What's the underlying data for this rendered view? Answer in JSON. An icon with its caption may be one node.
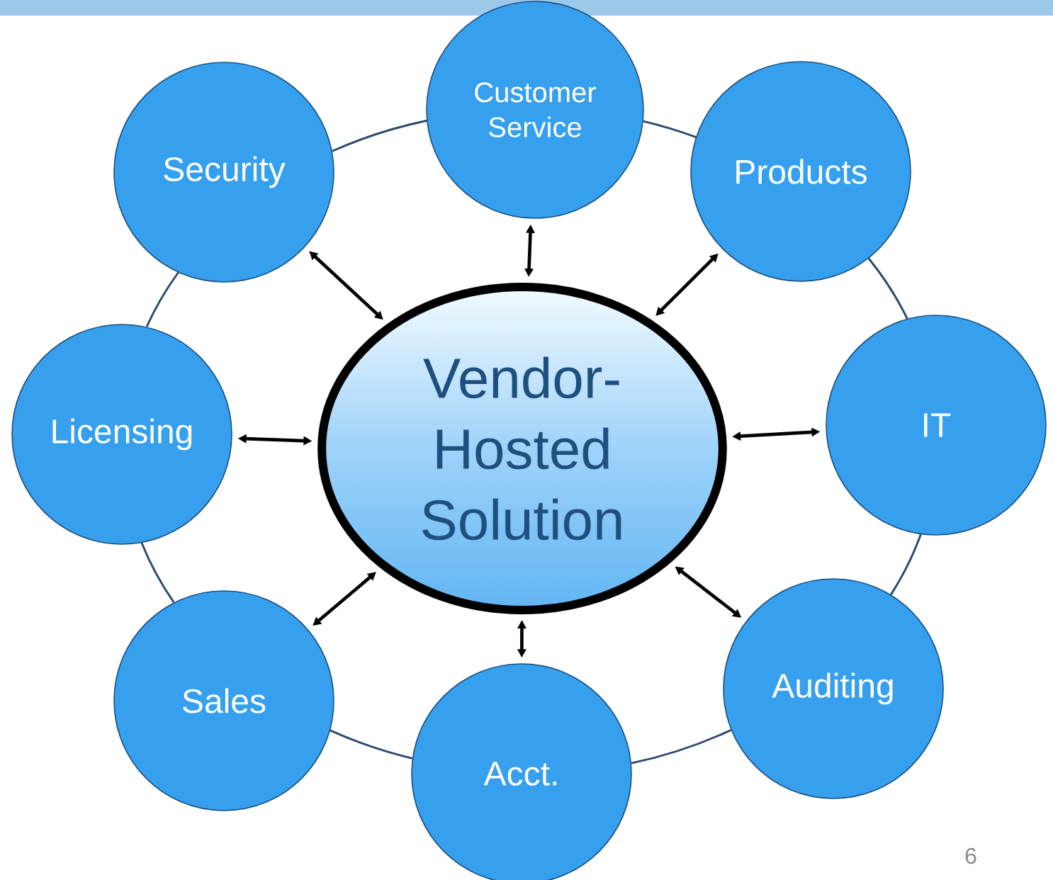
{
  "diagram": {
    "nodes": [
      {
        "text": [
          "Vendor- Hosted Solution"
        ]
      },
      {
        "text": [
          "Customer Service"
        ]
      },
      {
        "text": [
          "Security"
        ]
      },
      {
        "text": [
          "Products"
        ]
      },
      {
        "text": [
          "Licensing"
        ]
      },
      {
        "text": [
          "IT"
        ]
      },
      {
        "text": [
          "Sales"
        ]
      },
      {
        "text": [
          "Auditing"
        ]
      },
      {
        "text": [
          "Acct."
        ]
      }
    ],
    "edges": [
      {
        "from": 0,
        "to": 1,
        "arrow": "both"
      },
      {
        "from": 0,
        "to": 2,
        "arrow": "both"
      },
      {
        "from": 0,
        "to": 3,
        "arrow": "both"
      },
      {
        "from": 0,
        "to": 4,
        "arrow": "both"
      },
      {
        "from": 0,
        "to": 5,
        "arrow": "both"
      },
      {
        "from": 0,
        "to": 6,
        "arrow": "both"
      },
      {
        "from": 0,
        "to": 7,
        "arrow": "both"
      },
      {
        "from": 0,
        "to": 8,
        "arrow": "both"
      },
      {
        "from": 1,
        "to": 3,
        "arrow": "none",
        "color": "#2b4a6b"
      },
      {
        "from": 3,
        "to": 5,
        "arrow": "none",
        "color": "#2b4a6b"
      },
      {
        "from": 5,
        "to": 7,
        "arrow": "none",
        "color": "#2b4a6b"
      },
      {
        "from": 7,
        "to": 8,
        "arrow": "none",
        "color": "#2b4a6b"
      },
      {
        "from": 8,
        "to": 6,
        "arrow": "none",
        "color": "#2b4a6b"
      },
      {
        "from": 6,
        "to": 4,
        "arrow": "none",
        "color": "#2b4a6b"
      },
      {
        "from": 4,
        "to": 2,
        "arrow": "none",
        "color": "#2b4a6b"
      },
      {
        "from": 2,
        "to": 1,
        "arrow": "none",
        "color": "#2b4a6b"
      }
    ],
    "labels": [
      "6"
    ]
  }
}
